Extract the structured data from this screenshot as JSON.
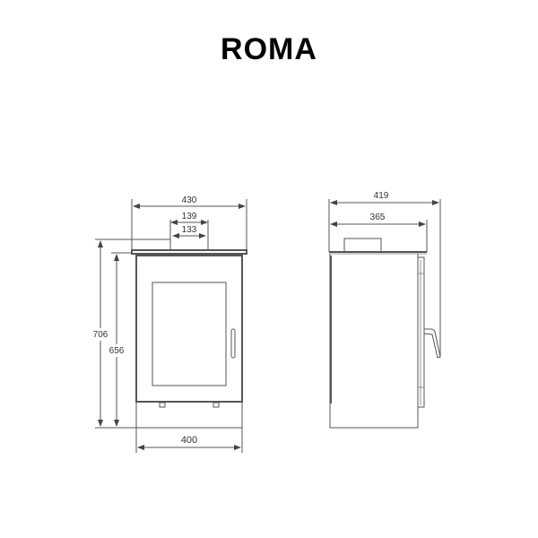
{
  "title": "ROMA",
  "front_view": {
    "width_top": "430",
    "flue_outer": "139",
    "flue_inner": "133",
    "height_total": "706",
    "height_body": "656",
    "width_base": "400"
  },
  "side_view": {
    "depth_total": "419",
    "depth_body": "365"
  }
}
